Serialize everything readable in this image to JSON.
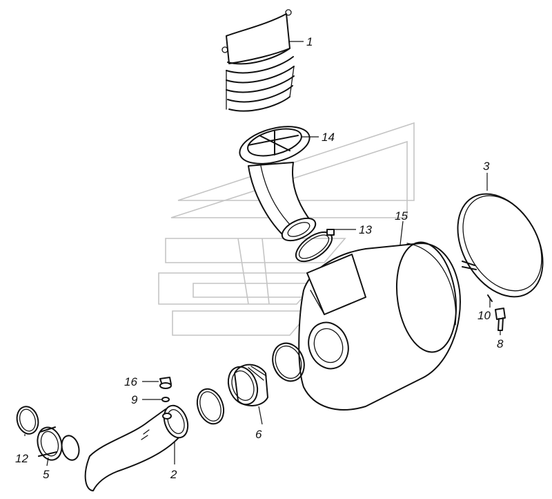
{
  "diagram": {
    "callouts": [
      {
        "id": "1",
        "text": "1"
      },
      {
        "id": "2",
        "text": "2"
      },
      {
        "id": "3",
        "text": "3"
      },
      {
        "id": "5",
        "text": "5"
      },
      {
        "id": "6",
        "text": "6"
      },
      {
        "id": "8",
        "text": "8"
      },
      {
        "id": "9",
        "text": "9"
      },
      {
        "id": "10",
        "text": "10"
      },
      {
        "id": "12",
        "text": "12"
      },
      {
        "id": "13",
        "text": "13"
      },
      {
        "id": "14",
        "text": "14"
      },
      {
        "id": "15",
        "text": "15"
      },
      {
        "id": "16",
        "text": "16"
      }
    ]
  }
}
